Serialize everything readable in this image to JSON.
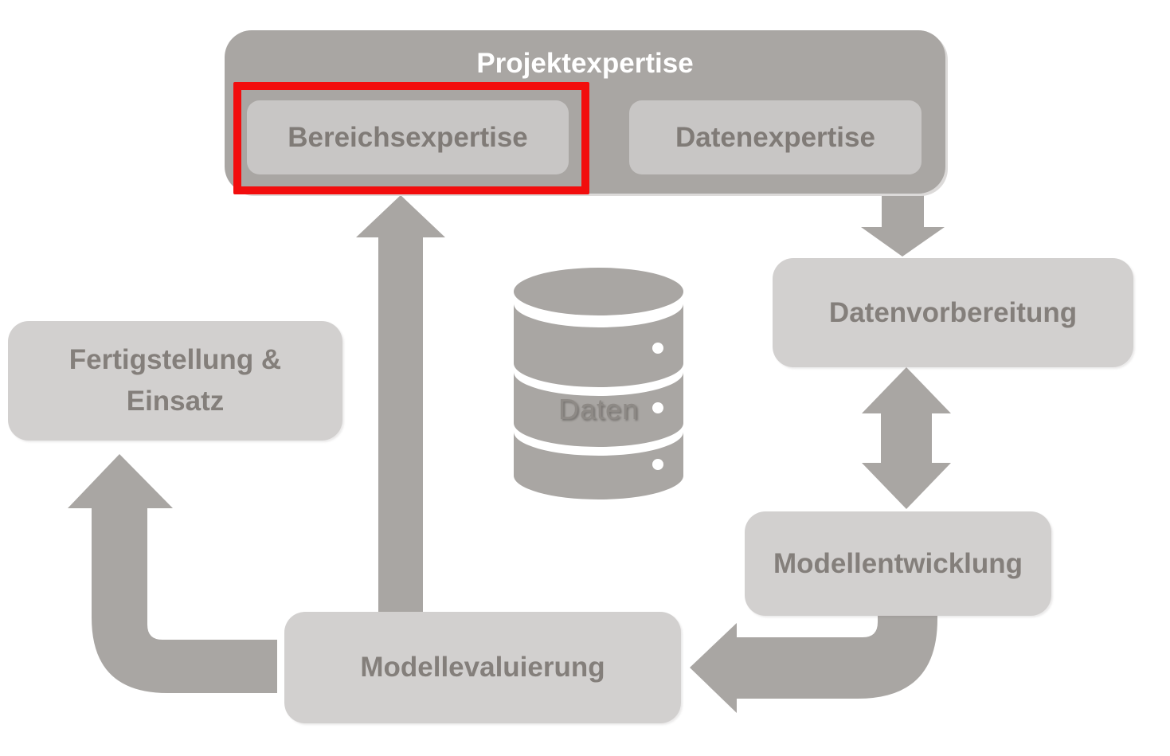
{
  "diagram": {
    "title": "Projektexpertise",
    "background": "#ffffff",
    "colors": {
      "container_and_arrows": "#a9a6a3",
      "sub_box_fill": "#c8c6c5",
      "process_box_fill": "#d2d0cf",
      "label_text": "#847f7b",
      "title_text": "#ffffff",
      "highlight_red": "#f20d0d"
    },
    "container": {
      "title": "Projektexpertise",
      "subboxes": [
        {
          "label": "Bereichsexpertise",
          "highlighted": true
        },
        {
          "label": "Datenexpertise",
          "highlighted": false
        }
      ]
    },
    "highlight": {
      "type": "red-rectangle",
      "target": "Bereichsexpertise",
      "color": "#f20d0d"
    },
    "nodes": [
      {
        "id": "datenvorbereitung",
        "label": "Datenvorbereitung"
      },
      {
        "id": "modellentwicklung",
        "label": "Modellentwicklung"
      },
      {
        "id": "modellevaluierung",
        "label": "Modellevaluierung"
      },
      {
        "id": "fertigstellung-einsatz",
        "label_line1": "Fertigstellung &",
        "label_line2": "Einsatz"
      }
    ],
    "database": {
      "icon": "database-cylinder-icon",
      "label": "Daten"
    },
    "arrows": [
      {
        "name": "projektexpertise-to-datenvorbereitung",
        "direction": "down",
        "shape": "straight"
      },
      {
        "name": "datenvorbereitung-modellentwicklung",
        "direction": "bidirectional-vertical",
        "shape": "straight"
      },
      {
        "name": "modellentwicklung-to-modellevaluierung",
        "direction": "left",
        "shape": "elbow"
      },
      {
        "name": "modellevaluierung-to-fertigstellung",
        "direction": "up",
        "shape": "elbow"
      },
      {
        "name": "modellevaluierung-to-bereichsexpertise",
        "direction": "up",
        "shape": "straight-long"
      }
    ]
  }
}
